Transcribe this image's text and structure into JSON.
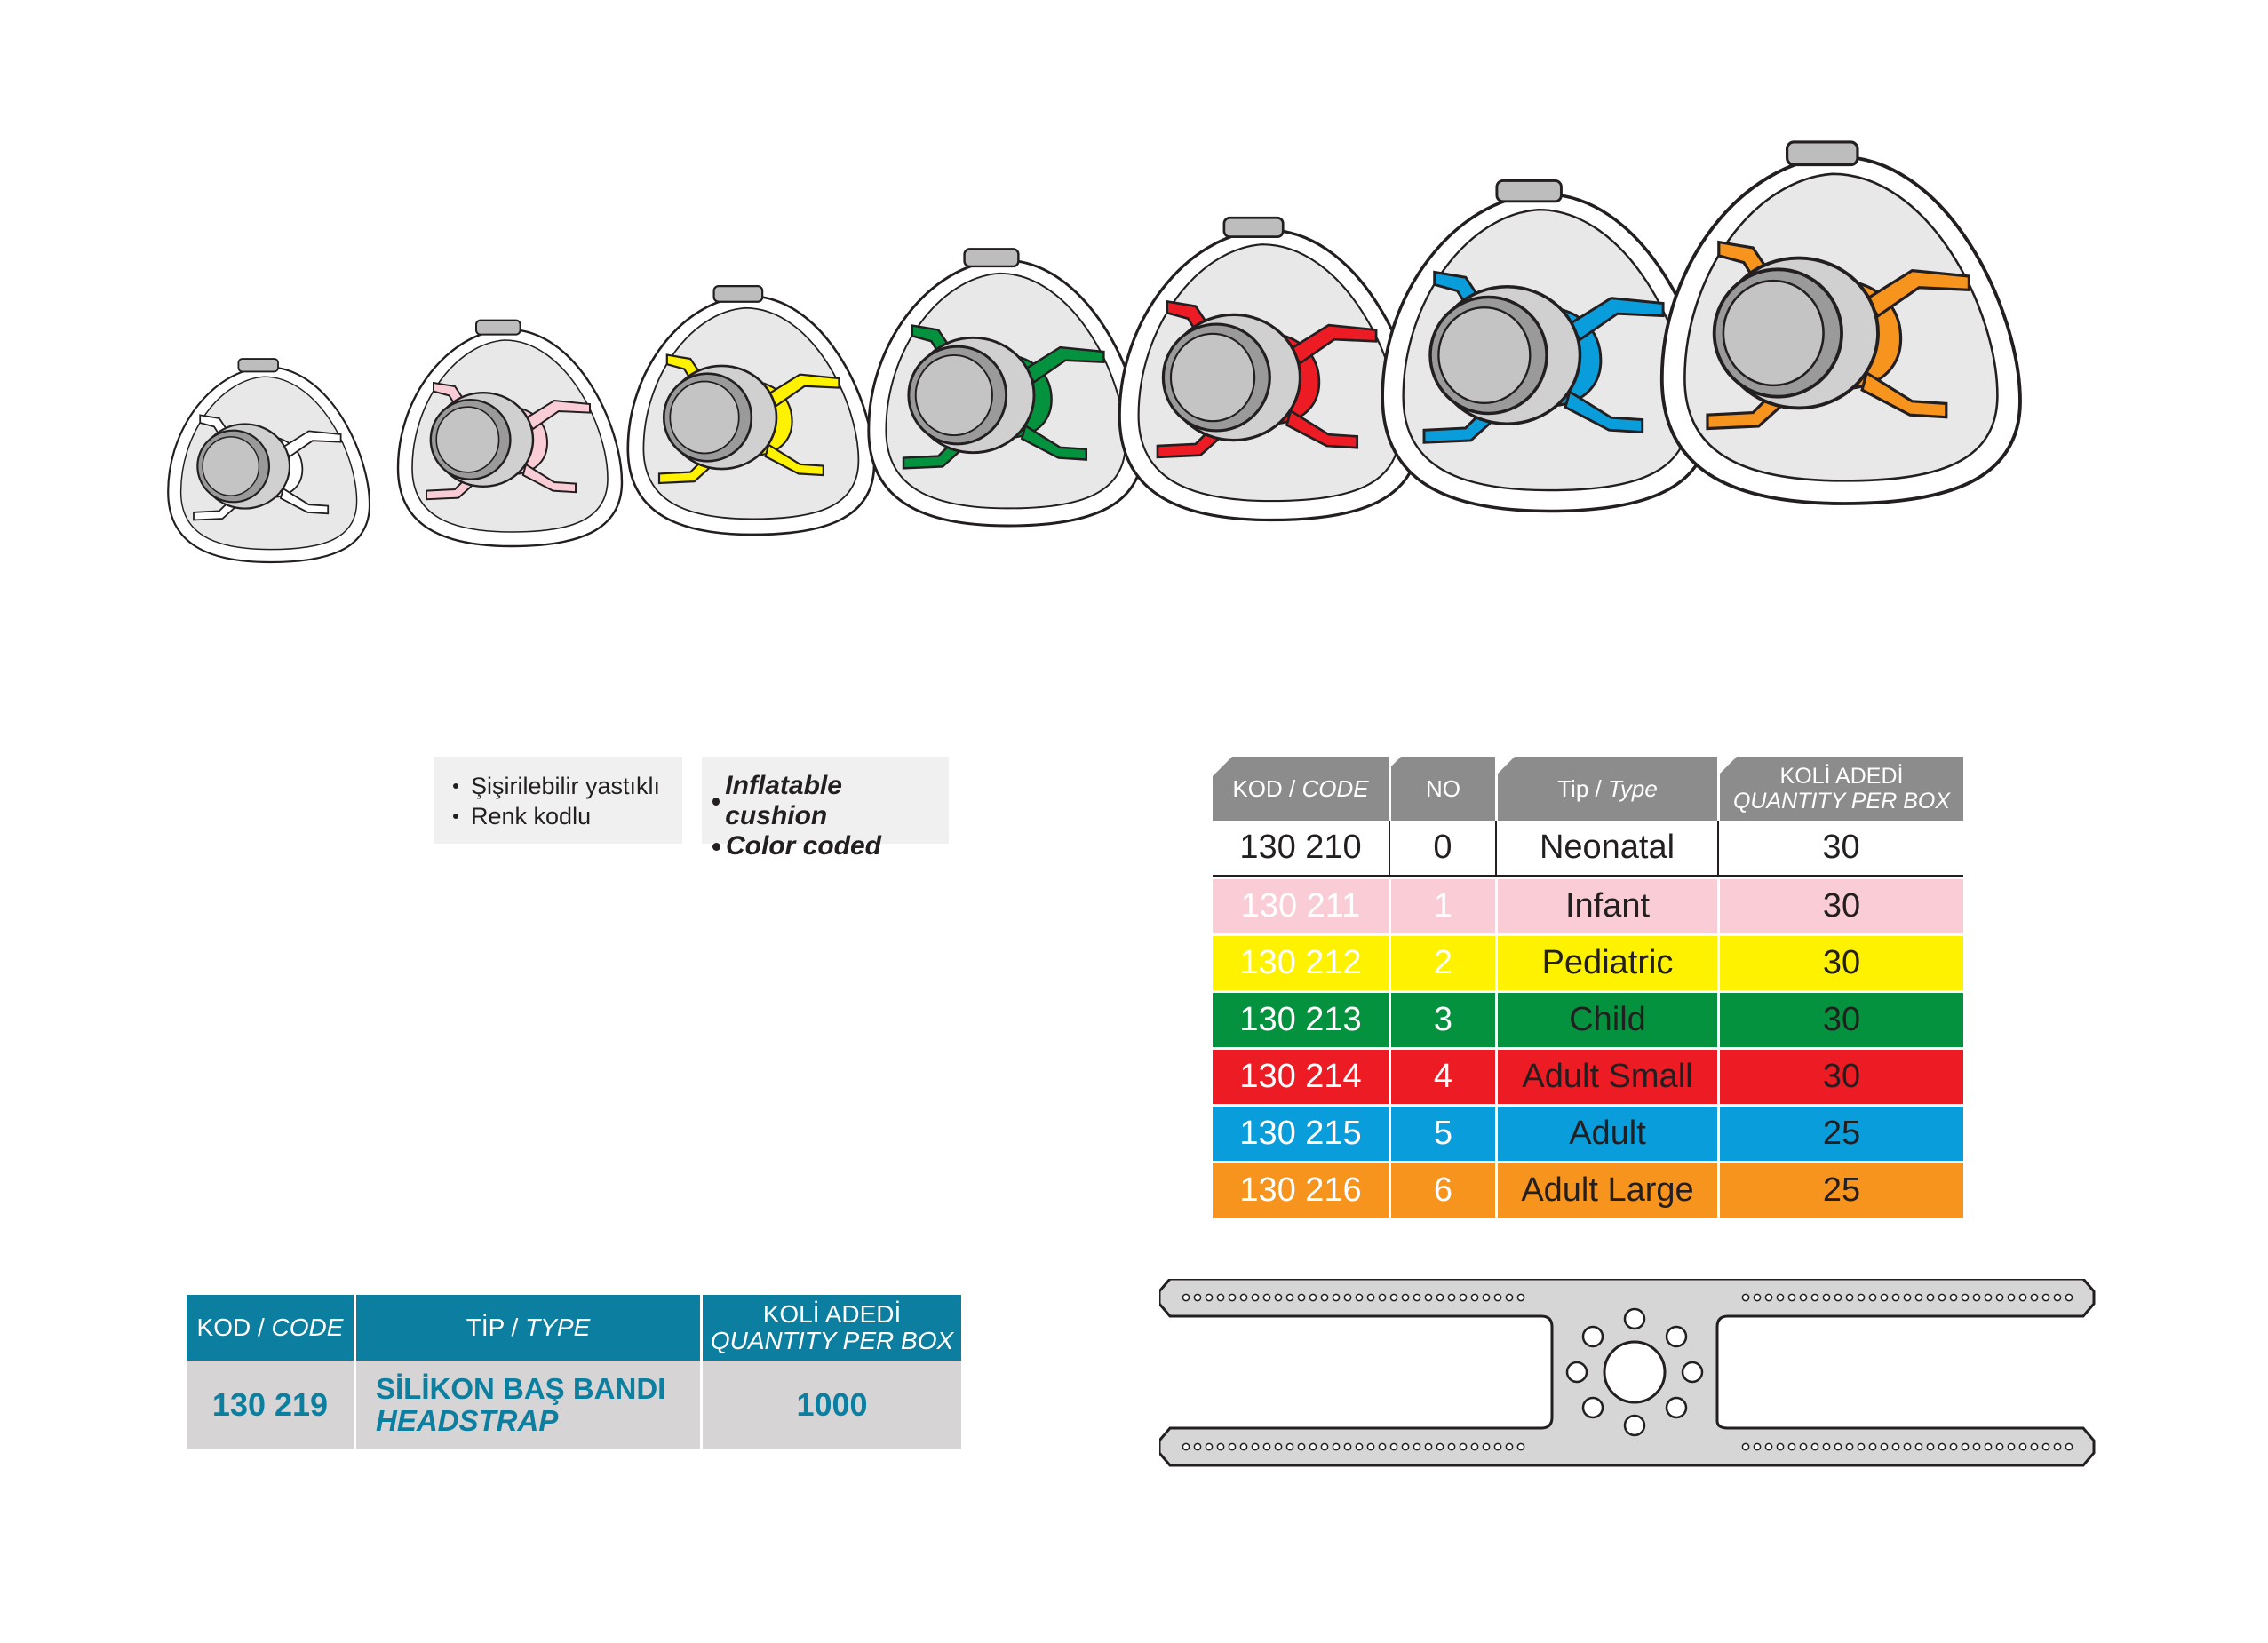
{
  "features_tr": [
    "Şişirilebilir yastıklı",
    "Renk kodlu"
  ],
  "features_en": [
    "Inflatable cushion",
    "Color coded"
  ],
  "mask_table": {
    "headers": {
      "code_a": "KOD / ",
      "code_b": "CODE",
      "no": "NO",
      "type_a": "Tip / ",
      "type_b": "Type",
      "qty_a": "KOLİ ADEDİ",
      "qty_b": "QUANTITY PER BOX"
    },
    "rows": [
      {
        "code": "130 210",
        "no": "0",
        "type": "Neonatal",
        "qty": "30",
        "color": "#ffffff",
        "text_color": "#231f20"
      },
      {
        "code": "130 211",
        "no": "1",
        "type": "Infant",
        "qty": "30",
        "color": "#f9ccd6",
        "text_color": "#ffffff"
      },
      {
        "code": "130 212",
        "no": "2",
        "type": "Pediatric",
        "qty": "30",
        "color": "#fff200",
        "text_color": "#ffffff"
      },
      {
        "code": "130 213",
        "no": "3",
        "type": "Child",
        "qty": "30",
        "color": "#05923e",
        "text_color": "#ffffff"
      },
      {
        "code": "130 214",
        "no": "4",
        "type": "Adult Small",
        "qty": "30",
        "color": "#ed1c24",
        "text_color": "#ffffff"
      },
      {
        "code": "130 215",
        "no": "5",
        "type": "Adult",
        "qty": "25",
        "color": "#0a9ddb",
        "text_color": "#ffffff"
      },
      {
        "code": "130 216",
        "no": "6",
        "type": "Adult Large",
        "qty": "25",
        "color": "#f7941d",
        "text_color": "#ffffff"
      }
    ]
  },
  "headstrap_table": {
    "headers": {
      "code_a": "KOD / ",
      "code_b": "CODE",
      "type_a": "TİP / ",
      "type_b": "TYPE",
      "qty_a": "KOLİ ADEDİ",
      "qty_b": "QUANTITY PER BOX"
    },
    "row": {
      "code": "130 219",
      "type_tr": "SİLİKON BAŞ BANDI",
      "type_en": "HEADSTRAP",
      "qty": "1000"
    }
  },
  "mask_colors": [
    "#ffffff",
    "#f9ccd6",
    "#fff200",
    "#05923e",
    "#ed1c24",
    "#0a9ddb",
    "#f7941d"
  ]
}
